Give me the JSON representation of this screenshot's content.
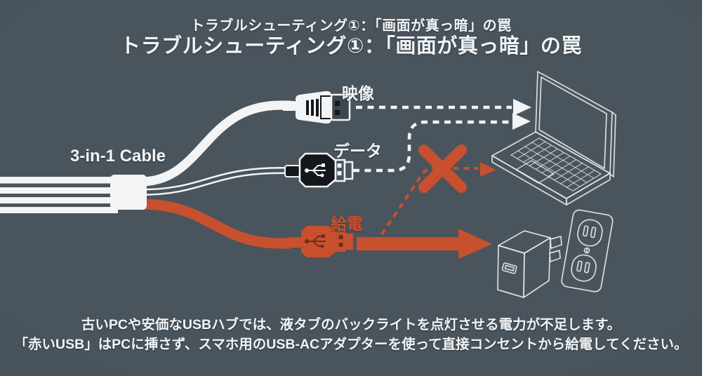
{
  "theme": {
    "bg": "#4A545D",
    "bg-edge": "#39424B",
    "ink": "#F2F4F5",
    "accent": "#C8502E",
    "dark": "#14181C",
    "wire": "#E4E8EA",
    "screen": "#424C55",
    "accent-dark": "#6E2E1A"
  },
  "title": {
    "subtitle": "トラブルシューティング①：「画面が真っ暗」の罠",
    "main": "トラブルシューティング①：「画面が真っ暗」の罠"
  },
  "diagram": {
    "cable_label": "3-in-1 Cable",
    "connectors": {
      "video": {
        "label": "映像"
      },
      "data": {
        "label": "データ"
      },
      "power": {
        "label": "給電"
      }
    },
    "icons": {
      "video_connector": "hdmi-plug-icon",
      "data_connector": "usb-plug-icon",
      "power_connector": "usb-plug-icon",
      "wrong_route": "x-mark-icon",
      "pc": "laptop-icon",
      "power_source": "usb-ac-adapter-icon",
      "wall": "wall-outlet-icon"
    }
  },
  "footer": {
    "line1": "古いPCや安価なUSBハブでは、液タブのバックライトを点灯させる電力が不足します。",
    "line2": "「赤いUSB」はPCに挿さず、スマホ用のUSB-ACアダプターを使って直接コンセントから給電してください。"
  }
}
